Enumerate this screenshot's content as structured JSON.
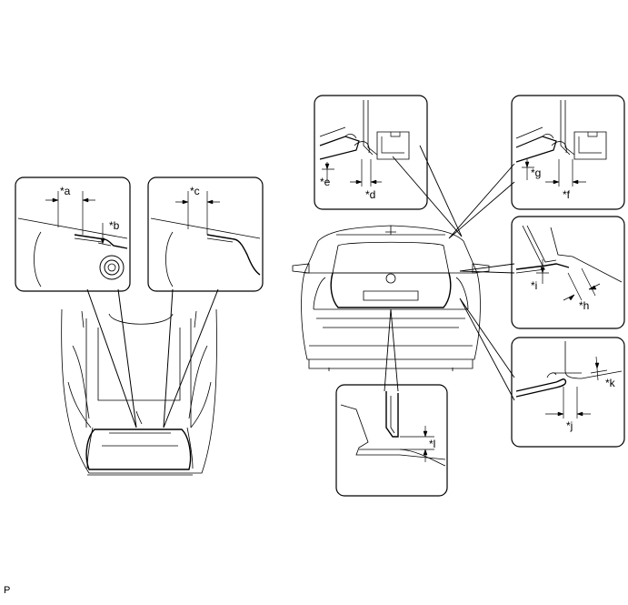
{
  "callouts": {
    "a": "*a",
    "b": "*b",
    "c": "*c",
    "d": "*d",
    "e": "*e",
    "f": "*f",
    "g": "*g",
    "h": "*h",
    "i": "*i",
    "j": "*j",
    "k": "*k",
    "l": "*l"
  },
  "footer_code": "P"
}
